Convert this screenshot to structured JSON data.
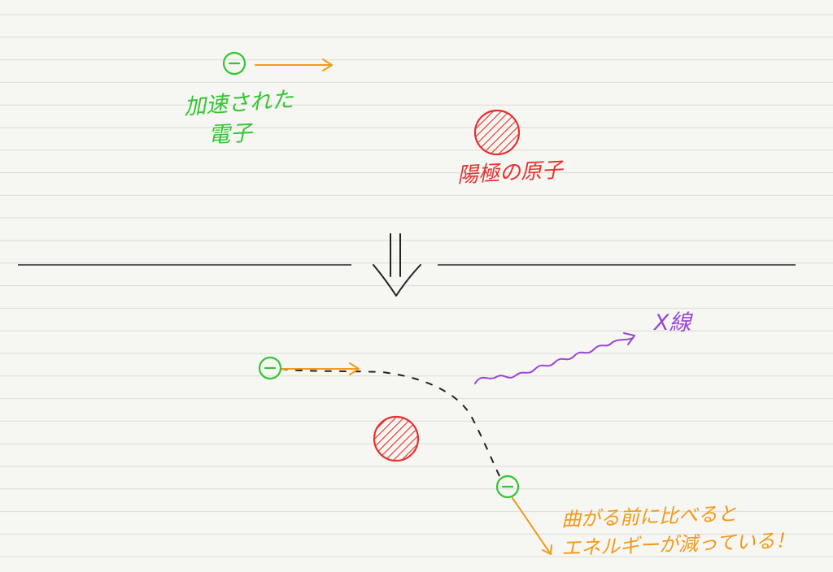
{
  "colors": {
    "electron": "#33c633",
    "atom": "#e8302e",
    "velocity_arrow": "#f29a1a",
    "xray": "#9b45d6",
    "path": "#222222",
    "divider": "#444444",
    "ruled_line": "#dcdcd6",
    "paper": "#f6f6f2"
  },
  "icons": {
    "electron": "minus-in-circle",
    "atom": "hatched-circle",
    "transition": "double-down-arrow"
  },
  "top_panel": {
    "electron_label_line1": "加速された",
    "electron_label_line2": "電子",
    "atom_label": "陽極の原子"
  },
  "bottom_panel": {
    "xray_label": "X線",
    "note_line1": "曲がる前に比べると",
    "note_line2": "エネルギーが減っている！"
  }
}
